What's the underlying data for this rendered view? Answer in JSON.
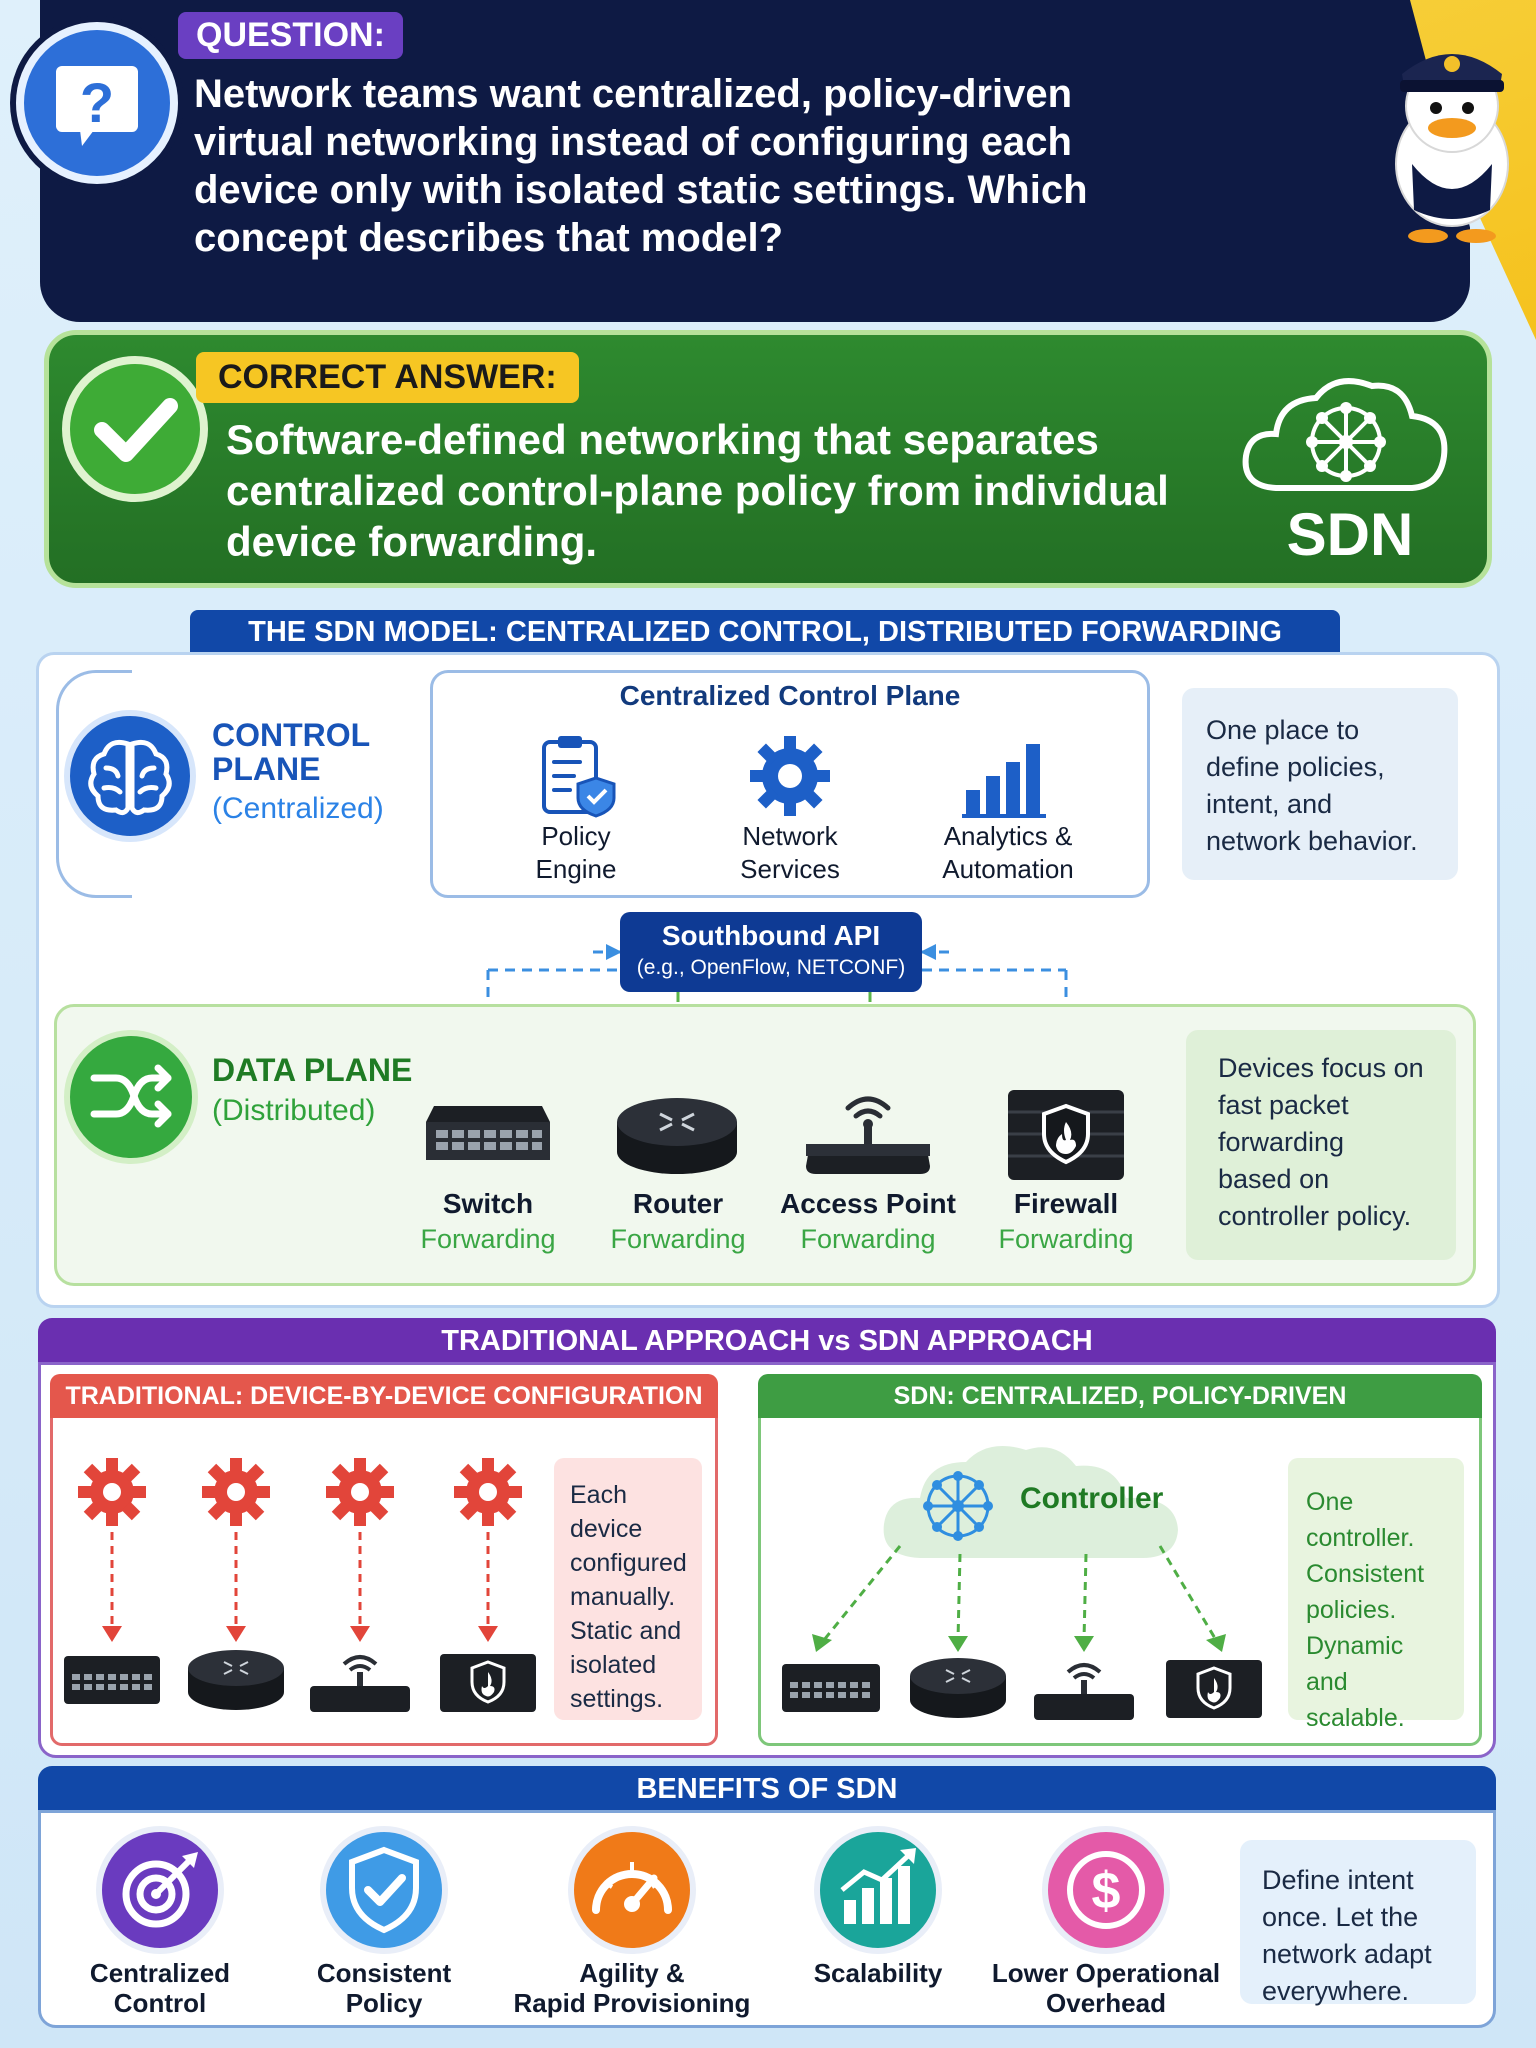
{
  "question": {
    "label": "QUESTION:",
    "text": "Network teams want centralized, policy-driven virtual networking instead of configuring each device only with isolated static settings. Which concept describes that model?"
  },
  "answer": {
    "label": "CORRECT ANSWER:",
    "text": "Software-defined networking that separates centralized control-plane policy from individual device forwarding.",
    "logo_text": "SDN"
  },
  "model": {
    "heading": "THE SDN MODEL: CENTRALIZED CONTROL, DISTRIBUTED FORWARDING",
    "control_plane": {
      "title_line1": "CONTROL",
      "title_line2": "PLANE",
      "subtitle": "(Centralized)",
      "box_title": "Centralized Control Plane",
      "services": [
        {
          "line1": "Policy",
          "line2": "Engine",
          "icon": "clipboard-shield-icon"
        },
        {
          "line1": "Network",
          "line2": "Services",
          "icon": "gear-icon"
        },
        {
          "line1": "Analytics &",
          "line2": "Automation",
          "icon": "bar-chart-icon"
        }
      ],
      "note": "One place to define policies, intent, and network behavior."
    },
    "api": {
      "title": "Southbound API",
      "subtitle": "(e.g., OpenFlow, NETCONF)"
    },
    "data_plane": {
      "title": "DATA PLANE",
      "subtitle": "(Distributed)",
      "devices": [
        {
          "name": "Switch",
          "sub": "Forwarding",
          "icon": "switch-icon"
        },
        {
          "name": "Router",
          "sub": "Forwarding",
          "icon": "router-icon"
        },
        {
          "name": "Access Point",
          "sub": "Forwarding",
          "icon": "access-point-icon"
        },
        {
          "name": "Firewall",
          "sub": "Forwarding",
          "icon": "firewall-icon"
        }
      ],
      "note": "Devices focus on fast packet forwarding based on controller policy."
    }
  },
  "comparison": {
    "heading": "TRADITIONAL APPROACH vs SDN APPROACH",
    "traditional": {
      "heading": "TRADITIONAL: DEVICE-BY-DEVICE CONFIGURATION",
      "note": "Each device configured manually. Static and isolated settings."
    },
    "sdn": {
      "heading": "SDN: CENTRALIZED, POLICY-DRIVEN",
      "controller_label": "Controller",
      "note": "One controller. Consistent policies. Dynamic and scalable."
    }
  },
  "benefits": {
    "heading": "BENEFITS OF SDN",
    "items": [
      {
        "line1": "Centralized",
        "line2": "Control",
        "color": "#6a3bbf",
        "icon": "target-icon"
      },
      {
        "line1": "Consistent",
        "line2": "Policy",
        "color": "#3f9be6",
        "icon": "shield-check-icon"
      },
      {
        "line1": "Agility &",
        "line2": "Rapid Provisioning",
        "color": "#f07a18",
        "icon": "speedometer-icon"
      },
      {
        "line1": "Scalability",
        "line2": "",
        "color": "#1aa59a",
        "icon": "growth-chart-icon"
      },
      {
        "line1": "Lower Operational",
        "line2": "Overhead",
        "color": "#e45aa8",
        "icon": "dollar-icon"
      }
    ],
    "note": "Define intent once. Let the network adapt everywhere."
  }
}
